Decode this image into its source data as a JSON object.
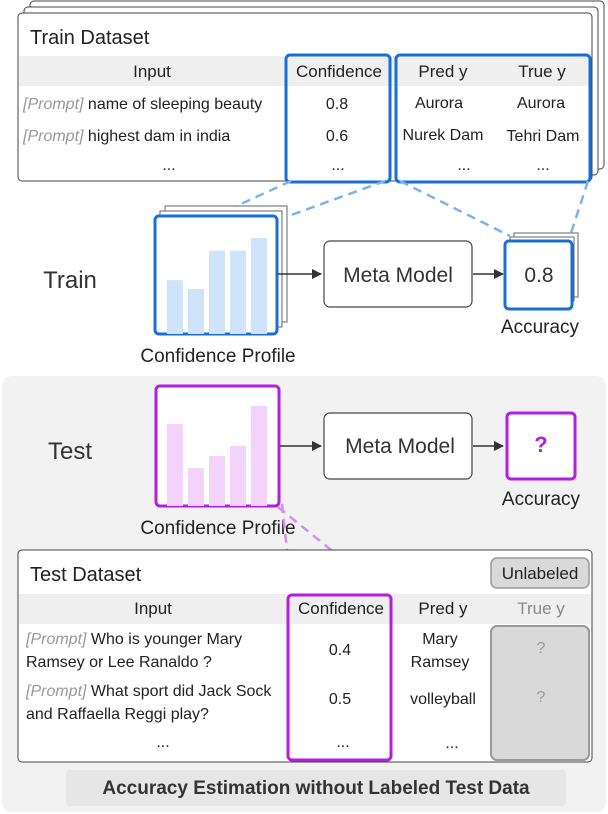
{
  "colors": {
    "blue": "#1a6fd4",
    "blue_dash": "#7fb2ea",
    "blue_bar": "#cfe3fb",
    "purple": "#b31fe0",
    "purple_dash": "#d98cf0",
    "purple_bar": "#f3d3fb",
    "panel_bg": "#f2f2f2",
    "gray_box": "#d9d9d9",
    "note_bg": "#e6e6e6"
  },
  "train": {
    "dataset_title": "Train Dataset",
    "headers": [
      "Input",
      "Confidence",
      "Pred y",
      "True y"
    ],
    "rows": [
      {
        "prompt_tag": "[Prompt]",
        "input": " name of sleeping beauty",
        "confidence": "0.8",
        "pred": "Aurora",
        "true": "Aurora"
      },
      {
        "prompt_tag": "[Prompt]",
        "input": " highest dam in india",
        "confidence": "0.6",
        "pred": "Nurek Dam",
        "true": "Tehri Dam"
      }
    ],
    "ellipsis": "...",
    "stage_label": "Train",
    "profile_label": "Confidence Profile",
    "profile_bars": [
      0.55,
      0.46,
      0.85,
      0.85,
      0.98
    ],
    "meta_model_label": "Meta Model",
    "accuracy_value": "0.8",
    "accuracy_label": "Accuracy"
  },
  "test": {
    "stage_label": "Test",
    "profile_label": "Confidence Profile",
    "profile_bars": [
      0.82,
      0.38,
      0.5,
      0.6,
      1.0
    ],
    "meta_model_label": "Meta Model",
    "accuracy_value": "?",
    "accuracy_label": "Accuracy",
    "dataset_title": "Test Dataset",
    "unlabeled_badge": "Unlabeled",
    "headers": [
      "Input",
      "Confidence",
      "Pred y",
      "True y"
    ],
    "rows": [
      {
        "prompt_tag": "[Prompt]",
        "input_line1": " Who is younger Mary",
        "input_line2": "Ramsey or Lee Ranaldo ?",
        "confidence": "0.4",
        "pred_line1": "Mary",
        "pred_line2": "Ramsey",
        "true": "?"
      },
      {
        "prompt_tag": "[Prompt]",
        "input_line1": " What sport did Jack Sock",
        "input_line2": "and Raffaella Reggi play?",
        "confidence": "0.5",
        "pred_line1": "volleyball",
        "pred_line2": "",
        "true": "?"
      }
    ],
    "ellipsis": "..."
  },
  "caption": "Accuracy Estimation without Labeled Test Data"
}
